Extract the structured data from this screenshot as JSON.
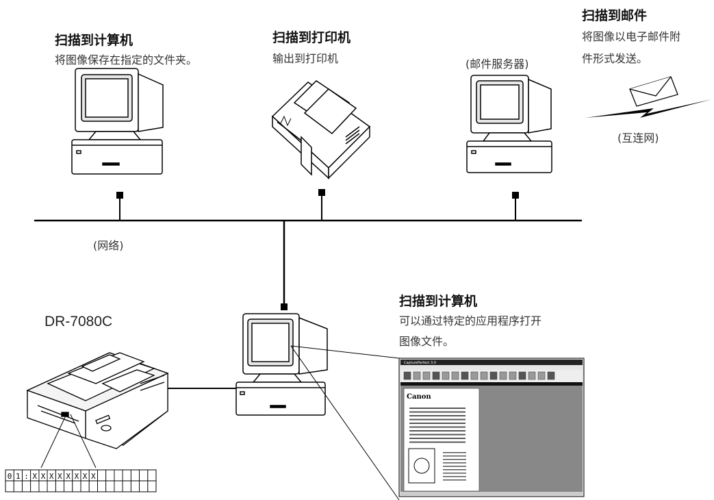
{
  "top_left": {
    "title": "扫描到计算机",
    "desc": "将图像保存在指定的文件夹。"
  },
  "top_center": {
    "title": "扫描到打印机",
    "desc": "输出到打印机"
  },
  "mail_server_label": "(邮件服务器)",
  "mail": {
    "title": "扫描到邮件",
    "desc_line1": "将图像以电子邮件附",
    "desc_line2": "件形式发送。"
  },
  "internet_label": "(互连网)",
  "network_label": "(网络)",
  "scanner_model": "DR-7080C",
  "bottom_right": {
    "title": "扫描到计算机",
    "desc_line1": "可以通过特定的应用程序打开",
    "desc_line2": "图像文件。"
  },
  "screen": {
    "app_title": "CapturePerfect 3.0",
    "doc_logo": "Canon"
  },
  "lcd_text": [
    "0",
    "1",
    ":",
    "X",
    "X",
    "X",
    "X",
    "X",
    "X",
    "X",
    "X"
  ]
}
